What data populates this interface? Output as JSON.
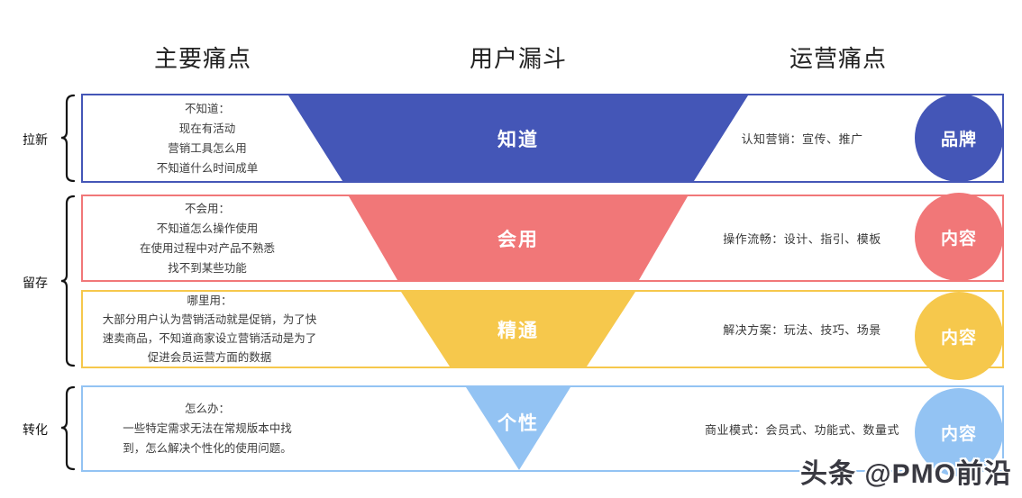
{
  "columns": {
    "main_pain": "主要痛点",
    "funnel": "用户漏斗",
    "ops_pain": "运营痛点"
  },
  "sections": [
    {
      "label": "拉新"
    },
    {
      "label": "留存"
    },
    {
      "label": "转化"
    }
  ],
  "rows": [
    {
      "color": "#4456b7",
      "left_text": "不知道：\n现在有活动\n营销工具怎么用\n不知道什么时间成单",
      "funnel_label": "知道",
      "right_text": "认知营销：宣传、推广",
      "circle_label": "品牌"
    },
    {
      "color": "#f17778",
      "left_text": "不会用：\n不知道怎么操作使用\n在使用过程中对产品不熟悉\n找不到某些功能",
      "funnel_label": "会用",
      "right_text": "操作流畅：设计、指引、模板",
      "circle_label": "内容"
    },
    {
      "color": "#f6c84c",
      "left_text": "哪里用：\n大部分用户认为营销活动就是促销，为了快\n速卖商品，不知道商家设立营销活动是为了\n促进会员运营方面的数据",
      "funnel_label": "精通",
      "right_text": "解决方案：玩法、技巧、场景",
      "circle_label": "内容"
    },
    {
      "color": "#93c3f3",
      "left_text": "怎么办：\n一些特定需求无法在常规版本中找\n到，怎么解决个性化的使用问题。",
      "funnel_label": "个性",
      "right_text": "商业模式：会员式、功能式、数量式",
      "circle_label": "内容"
    }
  ],
  "watermark": "头条 @PMO前沿"
}
